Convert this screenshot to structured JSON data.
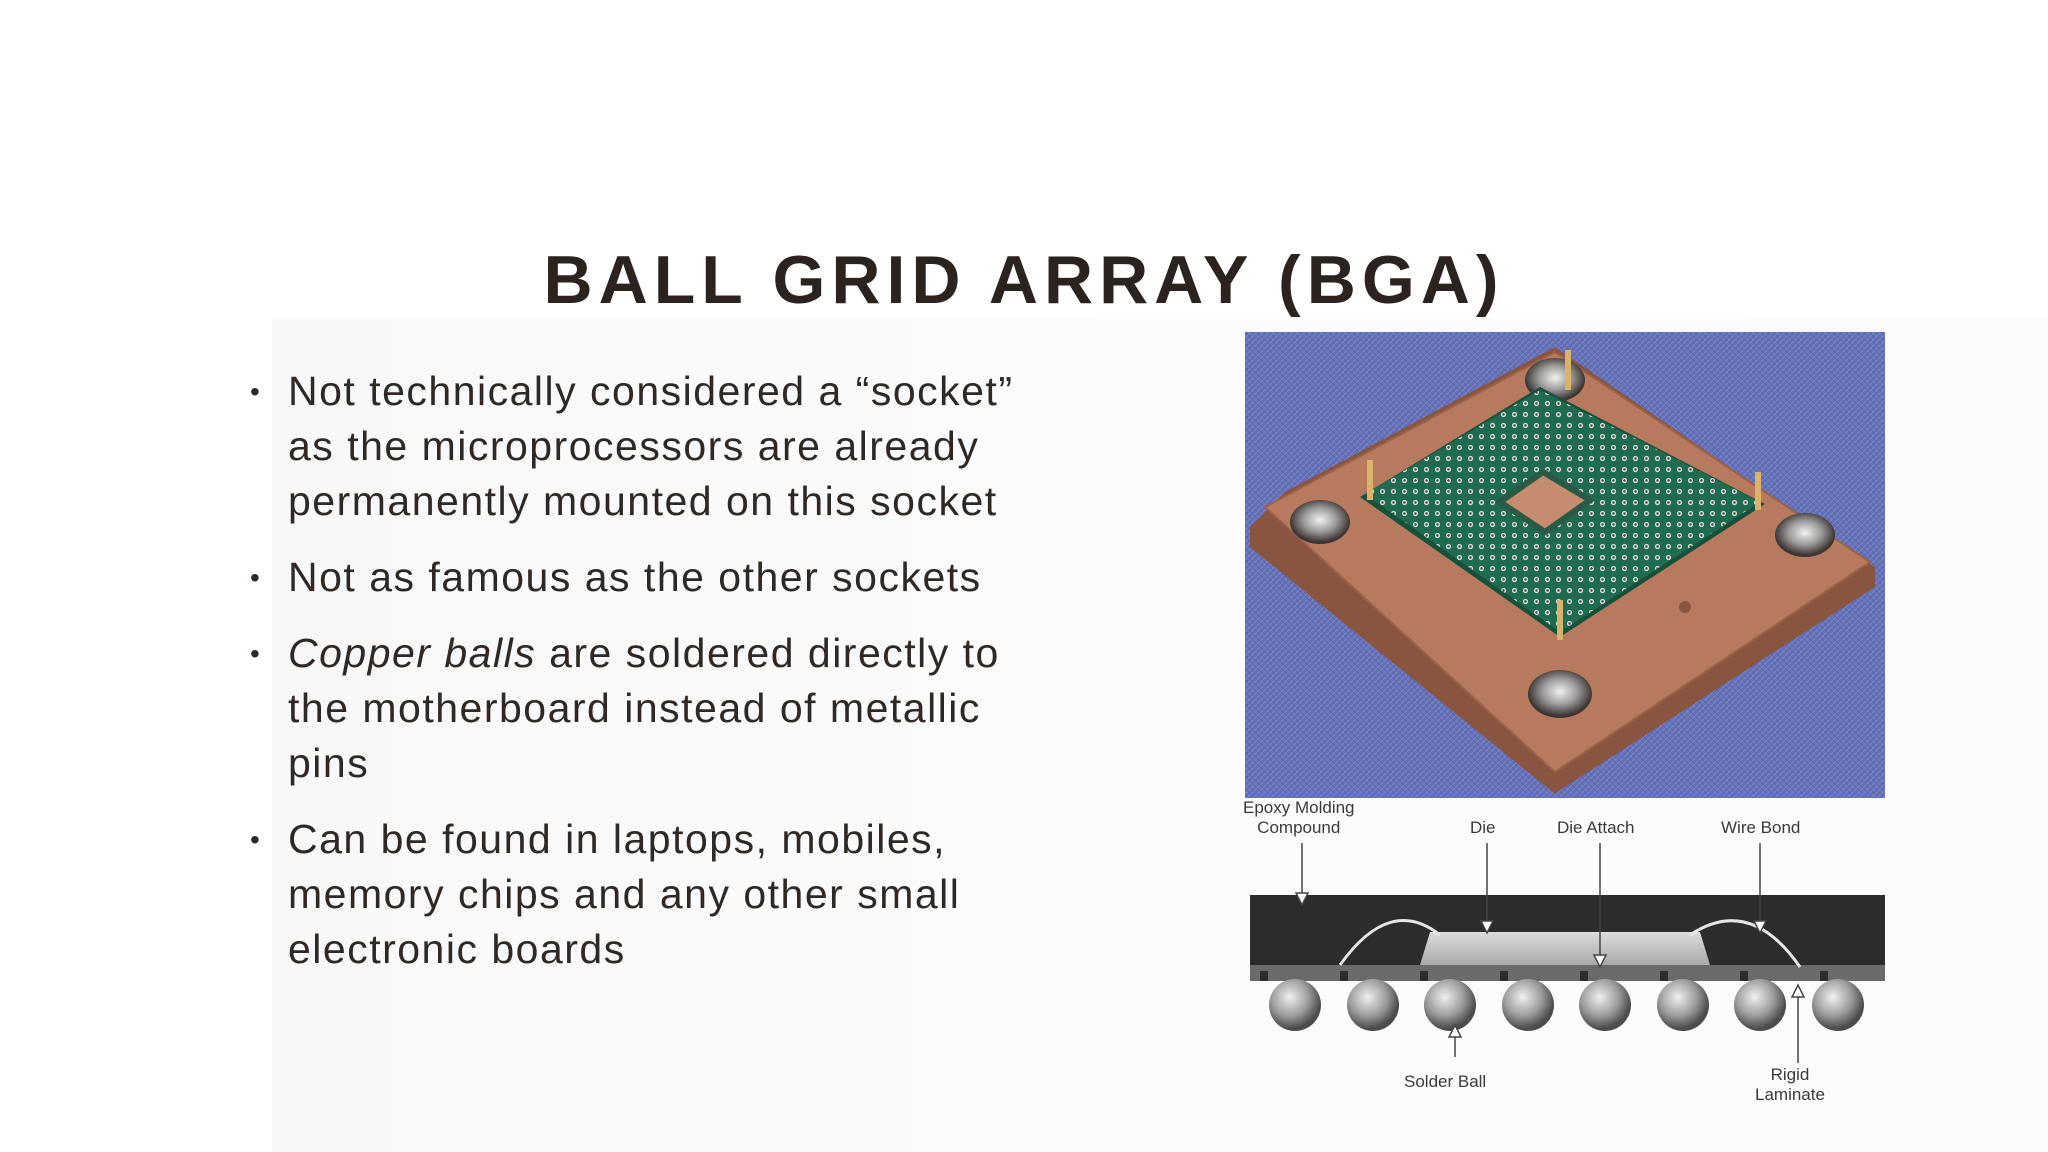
{
  "slide": {
    "title": "BALL GRID ARRAY (BGA)",
    "bullets": [
      {
        "text": "Not technically considered a “socket” as the microprocessors are already permanently mounted on this socket"
      },
      {
        "text": "Not as famous as the other sockets"
      },
      {
        "italic": "Copper balls",
        "text": " are soldered directly to the motherboard instead of metallic pins"
      },
      {
        "text": "Can be found in laptops, mobiles, memory chips and any other small electronic boards"
      }
    ]
  },
  "diagram": {
    "labels": {
      "epoxy_line1": "Epoxy Molding",
      "epoxy_line2": "Compound",
      "die": "Die",
      "die_attach": "Die Attach",
      "wire_bond": "Wire Bond",
      "solder_ball": "Solder Ball",
      "rigid_line1": "Rigid",
      "rigid_line2": "Laminate"
    }
  },
  "colors": {
    "title": "#2b231f",
    "body_text": "#2f2925",
    "photo_background": "#6470b8",
    "socket_body": "#b87a5e",
    "pcb": "#1f6b4f"
  }
}
